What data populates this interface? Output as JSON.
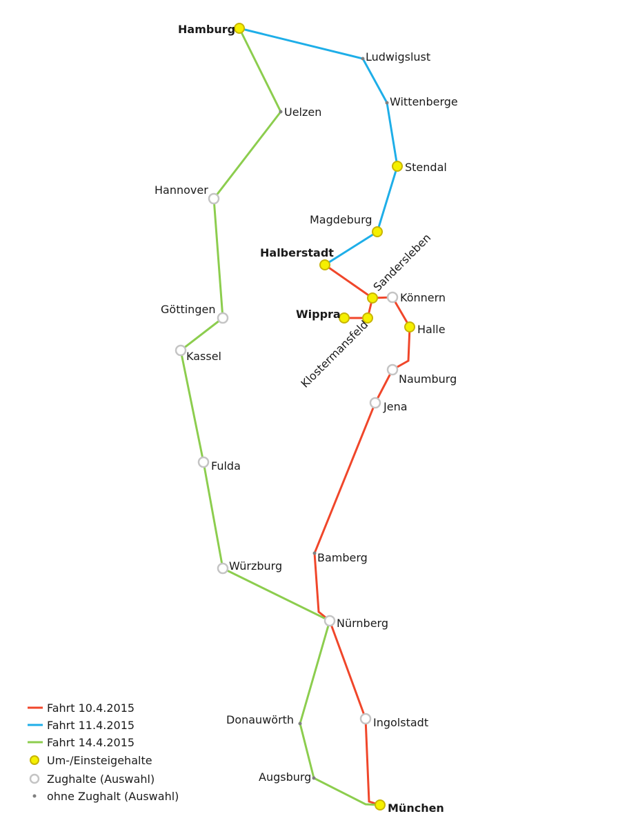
{
  "colors": {
    "red": "#f0462a",
    "blue": "#1eaee8",
    "green": "#8ccd4e",
    "yellow_fill": "#f5f000",
    "yellow_stroke": "#c8b400",
    "grey_fill": "#ffffff",
    "grey_stroke": "#c4c4c4",
    "dot": "#808080"
  },
  "stations": {
    "hamburg": "Hamburg",
    "ludwigslust": "Ludwigslust",
    "uelzen": "Uelzen",
    "wittenberge": "Wittenberge",
    "stendal": "Stendal",
    "hannover": "Hannover",
    "magdeburg": "Magdeburg",
    "halberstadt": "Halberstadt",
    "sandersleben": "Sandersleben",
    "koennern": "Könnern",
    "goettingen": "Göttingen",
    "wippra": "Wippra",
    "halle": "Halle",
    "klostermansfeld": "Klostermansfeld",
    "kassel": "Kassel",
    "naumburg": "Naumburg",
    "jena": "Jena",
    "fulda": "Fulda",
    "bamberg": "Bamberg",
    "wuerzburg": "Würzburg",
    "nuernberg": "Nürnberg",
    "donauwoerth": "Donauwörth",
    "ingolstadt": "Ingolstadt",
    "augsburg": "Augsburg",
    "muenchen": "München"
  },
  "legend": {
    "red": "Fahrt 10.4.2015",
    "blue": "Fahrt 11.4.2015",
    "green": "Fahrt 14.4.2015",
    "transfer": "Um-/Einsteigehalte",
    "stop": "Zughalte (Auswahl)",
    "nostop": "ohne Zughalt (Auswahl)"
  }
}
